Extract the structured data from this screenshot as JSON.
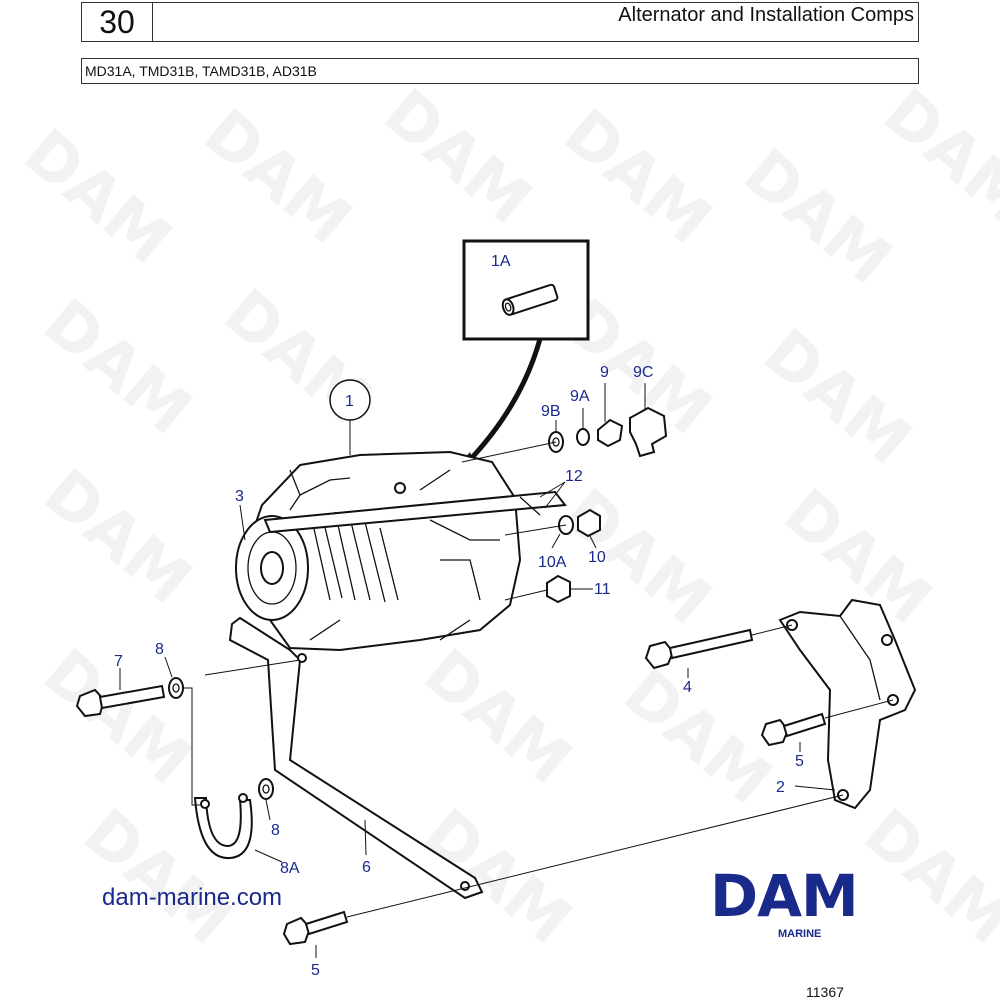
{
  "header": {
    "section_number": "30",
    "title": "Alternator and Installation Comps",
    "models": "MD31A, TMD31B, TAMD31B, AD31B"
  },
  "callouts": {
    "c1": "1",
    "c1a": "1A",
    "c2": "2",
    "c3": "3",
    "c4": "4",
    "c5a": "5",
    "c5b": "5",
    "c6": "6",
    "c7": "7",
    "c8a": "8",
    "c8b": "8",
    "c8c": "8A",
    "c9": "9",
    "c9a": "9A",
    "c9b": "9B",
    "c9c": "9C",
    "c10": "10",
    "c10a": "10A",
    "c11": "11",
    "c12": "12"
  },
  "footer": {
    "website": "dam-marine.com",
    "logo": "DAM",
    "logo_sub": "MARINE",
    "figure_number": "11367"
  },
  "watermark": "DAM",
  "colors": {
    "callout": "#1a2a8a",
    "logo": "#1a2a8a",
    "line": "#111111"
  }
}
